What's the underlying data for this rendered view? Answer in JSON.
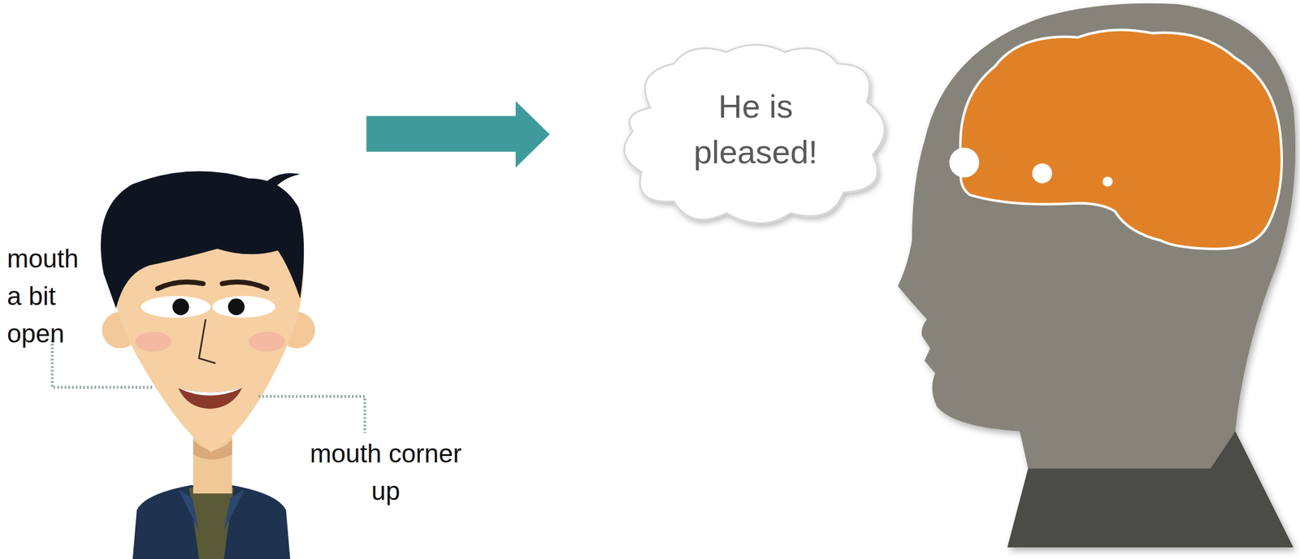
{
  "diagram": {
    "nodes": [
      {
        "text": [
          "He is pleased!"
        ]
      }
    ],
    "labels": [
      "mouth a bit open",
      "mouth corner up"
    ]
  }
}
